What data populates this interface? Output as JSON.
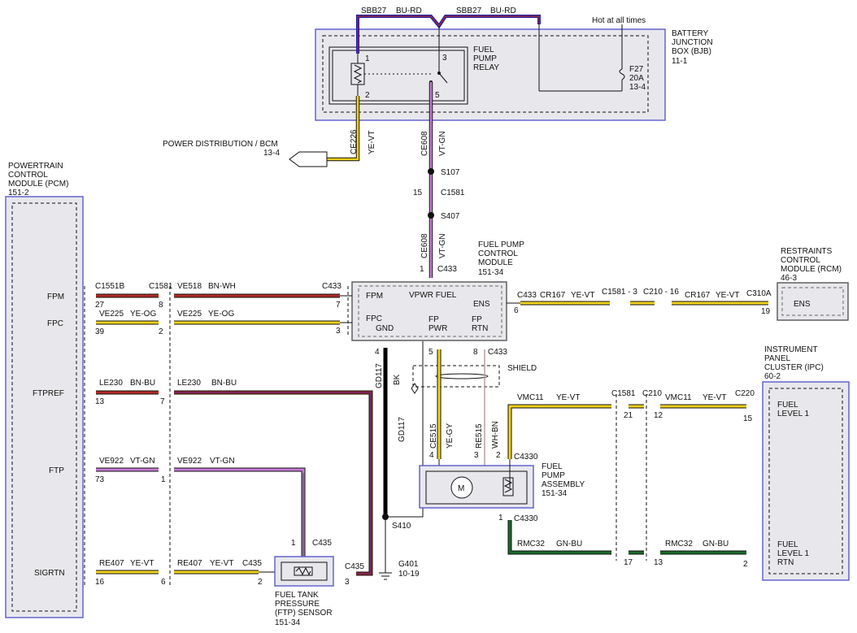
{
  "bjb": {
    "name_l1": "BATTERY",
    "name_l2": "JUNCTION",
    "name_l3": "BOX (BJB)",
    "ref": "11-1",
    "circuit_left": "SBB27",
    "color_left": "BU-RD",
    "circuit_right": "SBB27",
    "color_right": "BU-RD",
    "hot_note": "Hot at all times",
    "fuse_name": "F27",
    "fuse_amp": "20A",
    "fuse_ref": "13-4",
    "relay_l1": "FUEL",
    "relay_l2": "PUMP",
    "relay_l3": "RELAY",
    "pin1": "1",
    "pin2": "2",
    "pin3": "3",
    "pin5": "5"
  },
  "power_dist": {
    "label": "POWER DISTRIBUTION / BCM",
    "ref": "13-4"
  },
  "ce226": {
    "circuit": "CE226",
    "color": "YE-VT"
  },
  "ce608_top": {
    "circuit": "CE608",
    "color": "VT-GN"
  },
  "splices": {
    "s107": "S107",
    "s407": "S407",
    "s410": "S410"
  },
  "c1581_mid": {
    "pin": "15",
    "name": "C1581"
  },
  "ce608_bot": {
    "circuit": "CE608",
    "color": "VT-GN"
  },
  "fpcm": {
    "name_l1": "FUEL PUMP",
    "name_l2": "CONTROL",
    "name_l3": "MODULE",
    "ref": "151-34",
    "top_pin": "1",
    "top_conn": "C433",
    "fpm": "FPM",
    "vpwr": "VPWR FUEL",
    "ens": "ENS",
    "fpc": "FPC",
    "gnd": "GND",
    "fp_a": "FP",
    "pwr": "PWR",
    "fp_b": "FP",
    "rtn": "RTN",
    "pin7": "7",
    "pin3": "3",
    "pin6": "6",
    "pin4": "4",
    "pin5": "5",
    "pin8": "8",
    "conn_bottom": "C433"
  },
  "pcm": {
    "name_l1": "POWERTRAIN",
    "name_l2": "CONTROL",
    "name_l3": "MODULE (PCM)",
    "ref": "151-2",
    "pins": [
      "FPM",
      "FPC",
      "FTPREF",
      "FTP",
      "SIGRTN"
    ]
  },
  "wires": {
    "fpm_conn1": "C1551B",
    "fpm_conn2": "C1581",
    "fpm_circuit": "VE518",
    "fpm_color": "BN-WH",
    "fpm_conn3": "C433",
    "fpm_pin27": "27",
    "fpm_pin8": "8",
    "fpc_circuit1": "VE225",
    "fpc_color1": "YE-OG",
    "fpc_circuit2": "VE225",
    "fpc_color2": "YE-OG",
    "fpc_pin39": "39",
    "fpc_pin2": "2",
    "ftpref_circuit1": "LE230",
    "ftpref_color1": "BN-BU",
    "ftpref_circuit2": "LE230",
    "ftpref_color2": "BN-BU",
    "ftpref_pin13": "13",
    "ftpref_pin7": "7",
    "ftp_circuit1": "VE922",
    "ftp_color1": "VT-GN",
    "ftp_circuit2": "VE922",
    "ftp_color2": "VT-GN",
    "ftp_pin73": "73",
    "ftp_pin1": "1",
    "sig_circuit1": "RE407",
    "sig_color1": "YE-VT",
    "sig_circuit2": "RE407",
    "sig_color2": "YE-VT",
    "sig_conn": "C435",
    "sig_pin16": "16",
    "sig_pin6": "6",
    "sig_pin2": "2",
    "ens_circuit": "CR167",
    "ens_color": "YE-VT",
    "ens_conn_a": "C1581 - 3",
    "ens_conn_b": "C210 - 16",
    "ens_circuit2": "CR167",
    "ens_color2": "YE-VT",
    "ens_conn_c": "C310A",
    "ens_pin19": "19"
  },
  "rcm": {
    "name_l1": "RESTRAINTS",
    "name_l2": "CONTROL",
    "name_l3": "MODULE (RCM)",
    "ref": "46-3",
    "pin": "ENS"
  },
  "gd117": {
    "circuit": "GD117",
    "color": "BK",
    "circuit2": "GD117"
  },
  "shield": "SHIELD",
  "ce515": {
    "circuit": "CE515",
    "color": "YE-GY"
  },
  "re515": {
    "circuit": "RE515",
    "color": "WH-BN"
  },
  "fpa": {
    "name_l1": "FUEL",
    "name_l2": "PUMP",
    "name_l3": "ASSEMBLY",
    "ref": "151-34",
    "conn_top": "C4330",
    "pin4": "4",
    "pin3": "3",
    "pin2": "2",
    "pin1": "1",
    "conn_bot": "C4330",
    "motor": "M"
  },
  "vmc11": {
    "circuit": "VMC11",
    "color": "YE-VT",
    "conn_a": "C1581",
    "conn_b": "C210",
    "circuit2": "VMC11",
    "color2": "YE-VT",
    "conn_c": "C220",
    "pin21": "21",
    "pin12": "12",
    "pin15": "15"
  },
  "rmc32": {
    "circuit": "RMC32",
    "color": "GN-BU",
    "circuit2": "RMC32",
    "color2": "GN-BU",
    "pin17": "17",
    "pin13": "13",
    "pin2": "2"
  },
  "ipc": {
    "name_l1": "INSTRUMENT",
    "name_l2": "PANEL",
    "name_l3": "CLUSTER (IPC)",
    "ref": "60-2",
    "pin_a1": "FUEL",
    "pin_a2": "LEVEL 1",
    "pin_b1": "FUEL",
    "pin_b2": "LEVEL 1",
    "pin_b3": "RTN"
  },
  "ftp_sensor": {
    "conn": "C435",
    "pin1": "1",
    "pin3": "3",
    "conn2": "C435",
    "name_l1": "FUEL TANK",
    "name_l2": "PRESSURE",
    "name_l3": "(FTP) SENSOR",
    "ref": "151-34"
  },
  "ground": {
    "name": "G401",
    "ref": "10-19"
  },
  "colors": {
    "yellow": "#f2d21b",
    "red": "#b32a24",
    "blue": "#1f1fa8",
    "violet": "#c77ad6",
    "green": "#1a6b2a",
    "black": "#000000",
    "module_fill": "#e8e8ec",
    "module_border": "#5a5acd"
  }
}
